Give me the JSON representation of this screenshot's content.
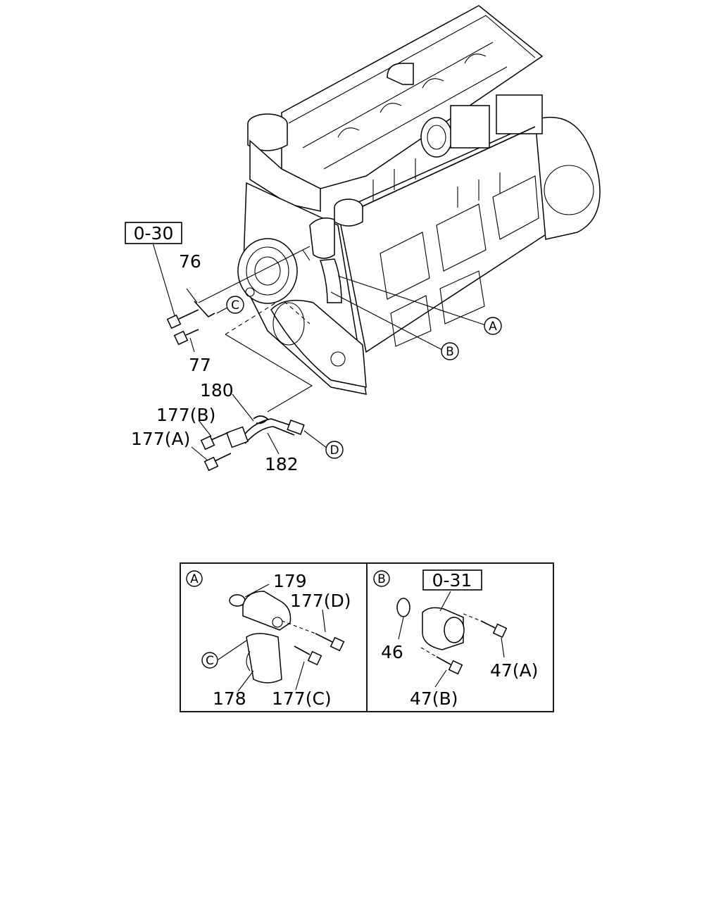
{
  "main_view": {
    "ref_box_1": "0-30",
    "labels": {
      "p76": "76",
      "p77": "77",
      "p180": "180",
      "p177b": "177(B)",
      "p177a": "177(A)",
      "p182": "182"
    },
    "callouts": {
      "a": "A",
      "b": "B",
      "c": "C",
      "d": "D"
    }
  },
  "detail_a": {
    "marker": "A",
    "labels": {
      "p179": "179",
      "p177d": "177(D)",
      "c_marker": "C",
      "p178": "178",
      "p177c": "177(C)"
    }
  },
  "detail_b": {
    "marker": "B",
    "ref_box": "0-31",
    "labels": {
      "p46": "46",
      "p47a": "47(A)",
      "p47b": "47(B)"
    }
  }
}
